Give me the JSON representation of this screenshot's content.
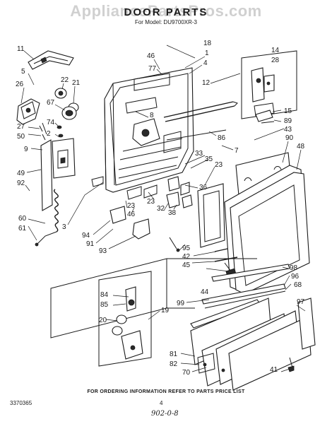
{
  "watermark": "AppliancePartsPros.com",
  "title": "DOOR PARTS",
  "model_line": "For Model: DU9700XR-3",
  "footer": "FOR ORDERING INFORMATION REFER TO PARTS PRICE LIST",
  "document_number": "3370365",
  "page_number": "4",
  "handwritten_note": "902-0-8",
  "callouts": [
    "11",
    "18",
    "1",
    "46",
    "77",
    "4",
    "14",
    "28",
    "5",
    "22",
    "21",
    "26",
    "12",
    "67",
    "8",
    "15",
    "89",
    "27",
    "74",
    "86",
    "43",
    "50",
    "2",
    "7",
    "90",
    "48",
    "9",
    "33",
    "35",
    "23",
    "49",
    "92",
    "36",
    "23",
    "46",
    "23",
    "32",
    "38",
    "60",
    "3",
    "61",
    "94",
    "91",
    "93",
    "95",
    "42",
    "45",
    "44",
    "98",
    "96",
    "68",
    "84",
    "99",
    "19",
    "97",
    "85",
    "20",
    "81",
    "82",
    "70",
    "41"
  ]
}
